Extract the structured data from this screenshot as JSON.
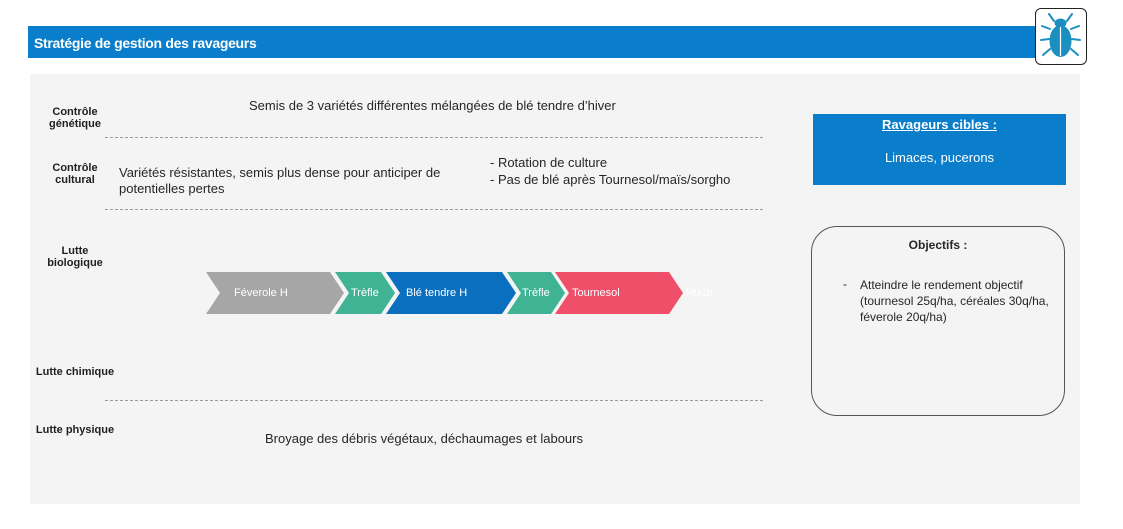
{
  "header": {
    "title": "Stratégie de gestion des ravageurs"
  },
  "logo": {
    "icon": "beetle-icon",
    "color": "#1a8fc0"
  },
  "rows": {
    "genetic": {
      "label": "Contrôle génétique",
      "text": "Semis de 3 variétés différentes mélangées de blé tendre d’hiver"
    },
    "cultural": {
      "label": "Contrôle cultural",
      "text_left": "Variétés résistantes, semis plus dense pour anticiper de potentielles pertes",
      "bullets": [
        "- Rotation de culture",
        "- Pas de blé après Tournesol/maïs/sorgho"
      ]
    },
    "biological": {
      "label": "Lutte biologique"
    },
    "chemical": {
      "label": "Lutte chimique"
    },
    "physical": {
      "label": "Lutte physique",
      "text": "Broyage des débris végétaux, déchaumages et labours"
    }
  },
  "rotation": [
    {
      "label": "Féverole H",
      "color": "#a6a6a6"
    },
    {
      "label": "Trèfle",
      "color": "#3fb394"
    },
    {
      "label": "Blé tendre H",
      "color": "#0a6fbf"
    },
    {
      "label": "Trèfle",
      "color": "#3fb394"
    },
    {
      "label": "Tournesol",
      "color": "#f04f6a"
    }
  ],
  "rotation_trailing": "Texte",
  "targets": {
    "title": "Ravageurs cibles :",
    "list": "Limaces, pucerons"
  },
  "objectives": {
    "title": "Objectifs :",
    "bullet": "-",
    "text": "Atteindre le rendement objectif (tournesol 25q/ha, céréales 30q/ha, féverole 20q/ha)"
  }
}
